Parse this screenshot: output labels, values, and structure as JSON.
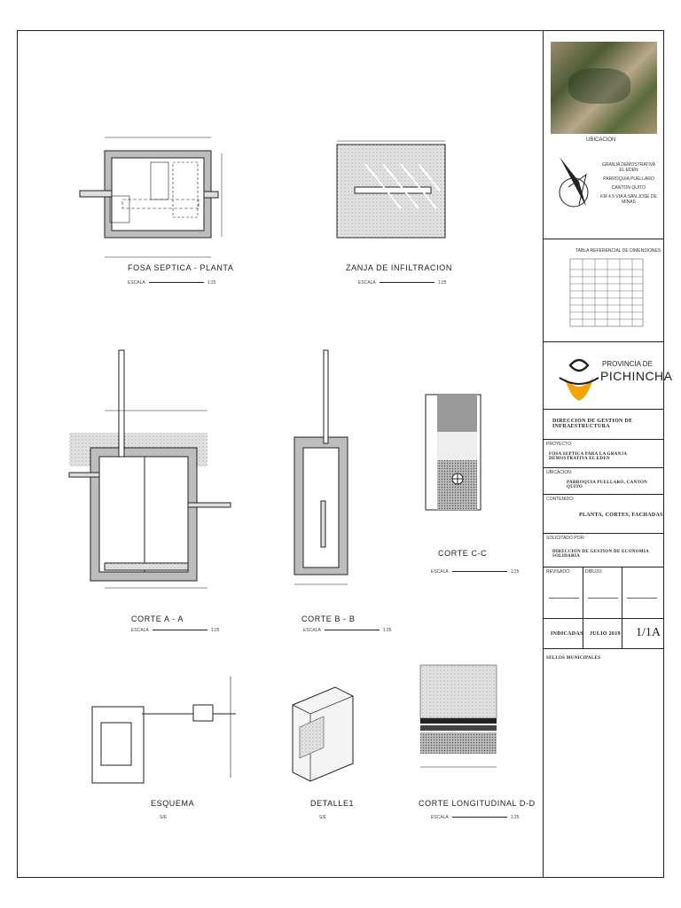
{
  "views": {
    "planta": {
      "title": "FOSA SEPTICA - PLANTA",
      "scale": "ESCALA",
      "ratio": "1:25"
    },
    "zanja": {
      "title": "ZANJA DE INFILTRACION",
      "scale": "ESCALA",
      "ratio": "1:25"
    },
    "corte_a": {
      "title": "CORTE A - A",
      "scale": "ESCALA",
      "ratio": "1:25"
    },
    "corte_b": {
      "title": "CORTE B - B",
      "scale": "ESCALA",
      "ratio": "1:25"
    },
    "corte_c": {
      "title": "CORTE C-C",
      "scale": "ESCALA",
      "ratio": "1:25"
    },
    "esquema": {
      "title": "ESQUEMA",
      "scale": "S/E"
    },
    "detalle": {
      "title": "DETALLE1",
      "scale": "S/E"
    },
    "corte_d": {
      "title": "CORTE LONGITUDINAL D-D",
      "scale": "ESCALA",
      "ratio": "1:25"
    }
  },
  "title_block": {
    "ubicacion": "UBICACION",
    "location_lines": [
      "GRANJA DEMOSTRATIVA",
      "EL EDEN",
      "PARROQUIA PUELLARO",
      "CANTON QUITO",
      "KM 4.5 VIA A SAN JOSE DE MINAS"
    ],
    "table_title": "TABLA REFERENCIAL DE DIMENSIONES",
    "province_top": "PROVINCIA DE",
    "province_name": "PICHINCHA",
    "direccion": "DIRECCION DE GESTION DE INFRAESTRUCTURA",
    "proyecto_label": "PROYECTO:",
    "proyecto": "FOSA SEPTICA PARA LA GRANJA DEMOSTRATIVA EL EDEN",
    "ubicacion_label": "UBICACION:",
    "ubicacion_val": "PARROQUIA PUELLARO, CANTON QUITO",
    "contenido_label": "CONTENIDO:",
    "contenido": "PLANTA, CORTES, FACHADAS",
    "solicitado_label": "SOLICITADO POR:",
    "solicitado": "DIRECCION DE GESTION DE ECONOMIA SOLIDARIA",
    "revisado_label": "REVISADO:",
    "dibujo_label": "DIBUJO:",
    "escala_val": "INDICADAS",
    "fecha_val": "JULIO 2019",
    "lamina": "1/1A",
    "sellos": "SELLOS MUNICIPALES"
  }
}
